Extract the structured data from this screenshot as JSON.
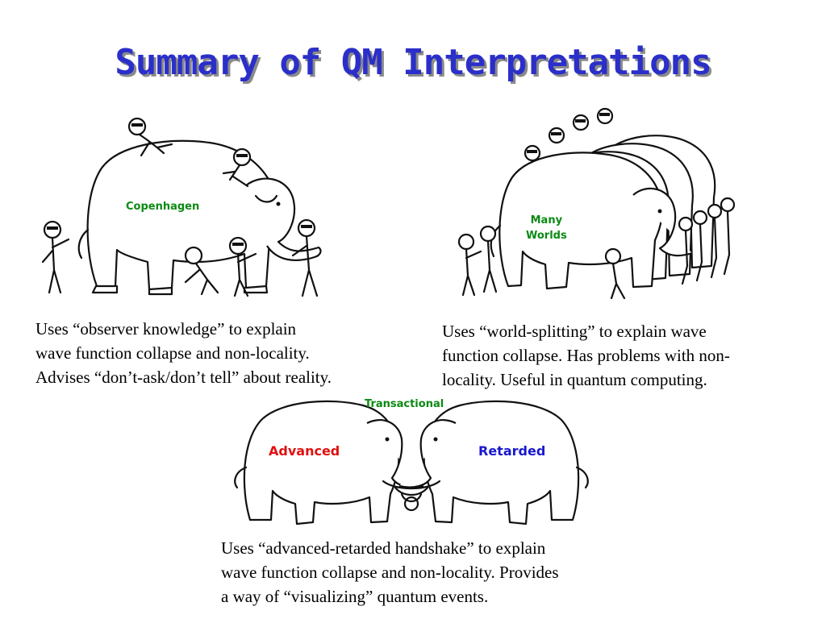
{
  "slide": {
    "title": "Summary of QM Interpretations"
  },
  "panels": {
    "copenhagen": {
      "label": "Copenhagen",
      "description": [
        "Uses “observer knowledge” to explain",
        "wave function collapse and non-locality.",
        "Advises “don’t-ask/don’t tell” about reality."
      ]
    },
    "many_worlds": {
      "label_line1": "Many",
      "label_line2": "Worlds",
      "description": [
        "Uses “world-splitting” to explain wave",
        "function collapse.  Has problems with non-",
        "locality.  Useful in quantum computing."
      ]
    },
    "transactional": {
      "label": "Transactional",
      "left_label": "Advanced",
      "right_label": "Retarded",
      "description": [
        "Uses “advanced-retarded handshake” to explain",
        "wave function collapse and non-locality.  Provides",
        "a way of “visualizing” quantum events."
      ]
    }
  },
  "colors": {
    "title": "#2b2fc9",
    "label_green": "#0a8a12",
    "label_red": "#e01010",
    "label_blue": "#1818d0"
  }
}
